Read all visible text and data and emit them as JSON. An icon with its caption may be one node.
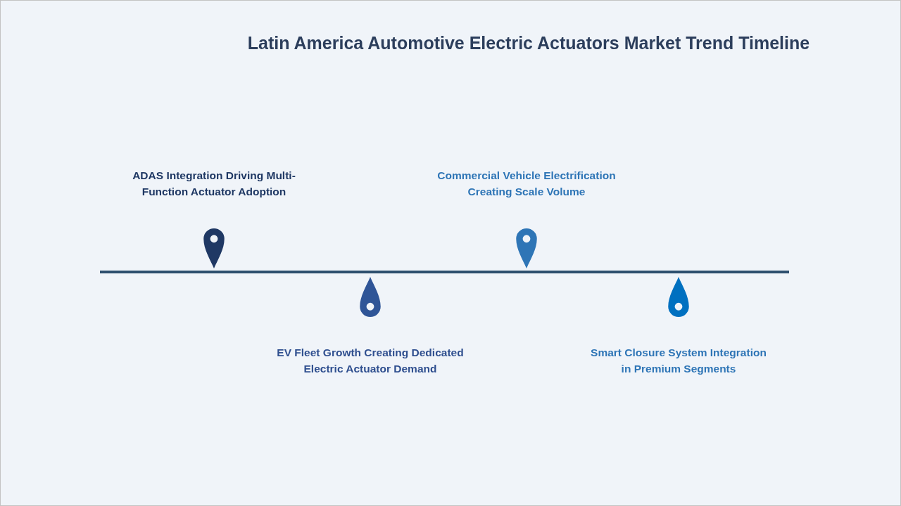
{
  "diagram": {
    "title": "Latin America Automotive Electric Actuators Market Trend Timeline",
    "labels": [
      "ADAS Integration Driving Multi-Function Actuator Adoption",
      "EV Fleet Growth Creating Dedicated Electric Actuator Demand",
      "Commercial Vehicle Electrification Creating Scale Volume",
      "Smart Closure System Integration in Premium Segments"
    ]
  }
}
